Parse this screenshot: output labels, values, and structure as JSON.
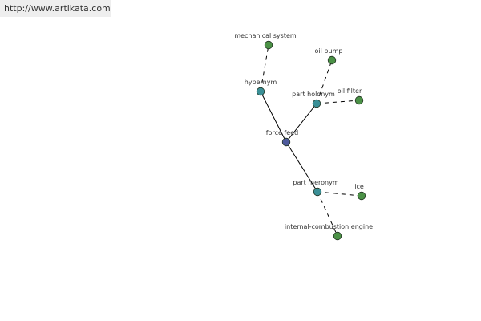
{
  "watermark": {
    "url": "http://www.artikata.com"
  },
  "graph": {
    "colors": {
      "center": "#4e5a9c",
      "relation": "#3a8f96",
      "leaf": "#4b9146",
      "stroke": "#223322",
      "edge": "#000000",
      "label": "#333333"
    },
    "nodes": [
      {
        "id": "center",
        "label": "force feed",
        "kind": "center"
      },
      {
        "id": "hypernym",
        "label": "hypernym",
        "kind": "relation"
      },
      {
        "id": "holonym",
        "label": "part holonym",
        "kind": "relation"
      },
      {
        "id": "meronym",
        "label": "part meronym",
        "kind": "relation"
      },
      {
        "id": "mech",
        "label": "mechanical system",
        "kind": "leaf"
      },
      {
        "id": "oilpump",
        "label": "oil pump",
        "kind": "leaf"
      },
      {
        "id": "oilfilter",
        "label": "oil filter",
        "kind": "leaf"
      },
      {
        "id": "ice",
        "label": "ice",
        "kind": "leaf"
      },
      {
        "id": "ice_engine",
        "label": "internal-combustion engine",
        "kind": "leaf"
      }
    ],
    "edges": [
      {
        "from": "center",
        "to": "hypernym",
        "style": "solid"
      },
      {
        "from": "center",
        "to": "holonym",
        "style": "solid"
      },
      {
        "from": "center",
        "to": "meronym",
        "style": "solid"
      },
      {
        "from": "hypernym",
        "to": "mech",
        "style": "dashed"
      },
      {
        "from": "holonym",
        "to": "oilpump",
        "style": "dashed"
      },
      {
        "from": "holonym",
        "to": "oilfilter",
        "style": "dashed"
      },
      {
        "from": "meronym",
        "to": "ice",
        "style": "dashed"
      },
      {
        "from": "meronym",
        "to": "ice_engine",
        "style": "dashed"
      }
    ]
  }
}
